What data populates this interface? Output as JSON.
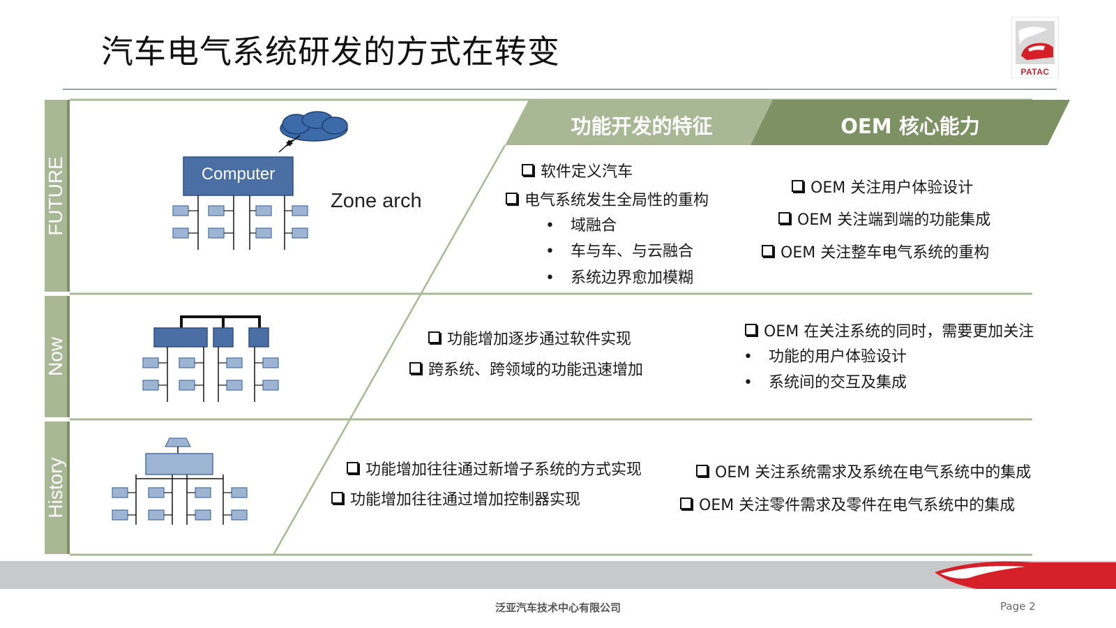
{
  "slide": {
    "title": "汽车电气系统研发的方式在转变",
    "logo_text": "PATAC",
    "footer": "泛亚汽车技术中心有限公司",
    "page_label": "Page",
    "page_number": "2"
  },
  "rows": [
    {
      "label": "FUTURE"
    },
    {
      "label": "Now"
    },
    {
      "label": "History"
    }
  ],
  "headers": {
    "functional": "功能开发的特征",
    "oem": "OEM  核心能力"
  },
  "diagram": {
    "computer_label": "Computer",
    "zone_label": "Zone arch"
  },
  "future": {
    "functional": [
      "软件定义汽车",
      "电气系统发生全局性的重构"
    ],
    "functional_bullets": [
      "域融合",
      "车与车、与云融合",
      "系统边界愈加模糊"
    ],
    "oem": [
      "OEM 关注用户体验设计",
      "OEM 关注端到端的功能集成",
      "OEM 关注整车电气系统的重构"
    ]
  },
  "now": {
    "functional": [
      "功能增加逐步通过软件实现",
      "跨系统、跨领域的功能迅速增加"
    ],
    "oem": [
      "OEM  在关注系统的同时，需要更加关注"
    ],
    "oem_bullets": [
      "功能的用户体验设计",
      "系统间的交互及集成"
    ]
  },
  "history": {
    "functional": [
      "功能增加往往通过新增子系统的方式实现",
      "功能增加往往通过增加控制器实现"
    ],
    "oem": [
      "OEM  关注系统需求及系统在电气系统中的集成",
      "OEM  关注零件需求及零件在电气系统中的集成"
    ]
  },
  "colors": {
    "tab": "#a8b894",
    "header_light": "#a8b894",
    "header_dark": "#7d9162",
    "module_dark": "#4a6fa5",
    "module_light": "#9db4d3",
    "cloud": "#3d6aa8",
    "logo_red": "#d52029"
  }
}
